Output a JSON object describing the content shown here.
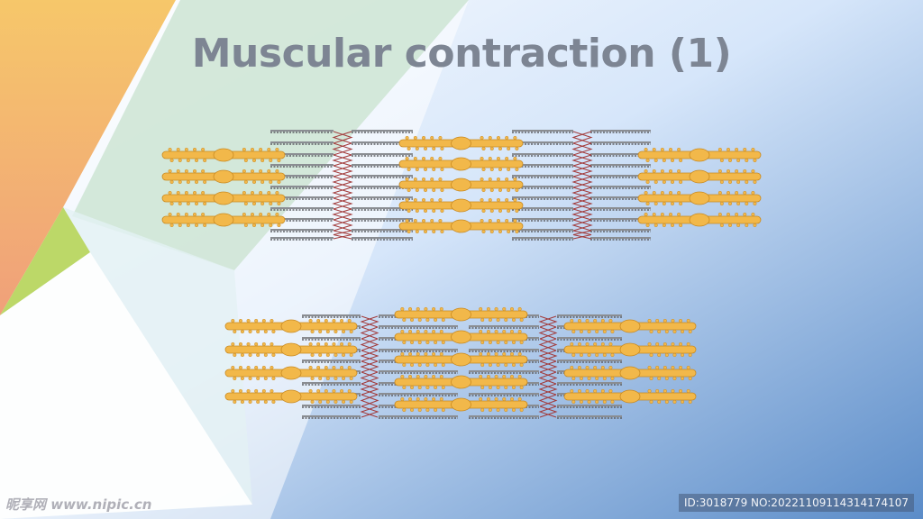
{
  "slide": {
    "title": "Muscular contraction (1)"
  },
  "watermark": {
    "site": "昵享网 www.nipic.cn",
    "id_text": "ID:3018779 NO:20221109114314174107"
  },
  "colors": {
    "myosin": "#f2b84a",
    "myosin_dark": "#c98a22",
    "actin": "#8a8d92",
    "zline": "#a23a3a",
    "title": "#7d8593"
  },
  "diagrams": [
    {
      "state": "relaxed"
    },
    {
      "state": "contracted"
    }
  ]
}
